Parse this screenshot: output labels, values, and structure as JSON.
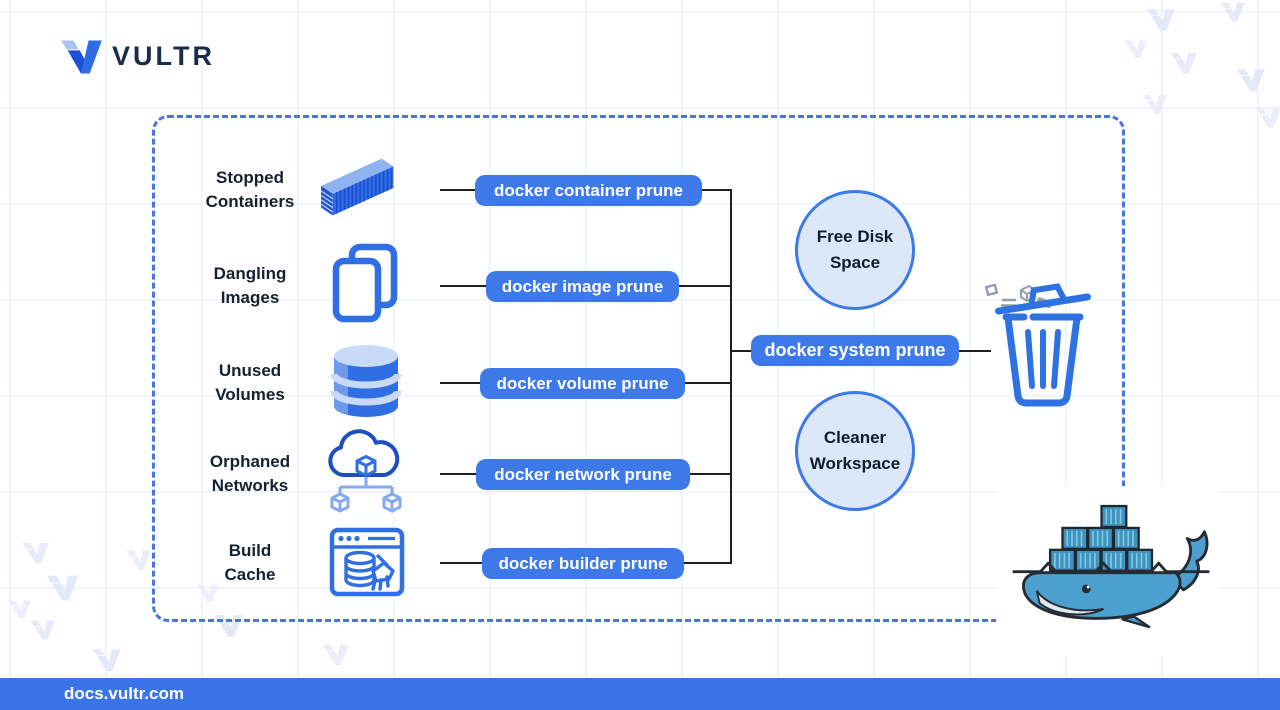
{
  "brand": {
    "name": "VULTR",
    "logo_icon": "vultr-logo-icon"
  },
  "diagram": {
    "rows": [
      {
        "label": "Stopped\nContainers",
        "icon": "shipping-container-icon",
        "command": "docker container prune"
      },
      {
        "label": "Dangling\nImages",
        "icon": "stacked-images-icon",
        "command": "docker image prune"
      },
      {
        "label": "Unused\nVolumes",
        "icon": "database-volumes-icon",
        "command": "docker volume prune"
      },
      {
        "label": "Orphaned\nNetworks",
        "icon": "cloud-network-icon",
        "command": "docker network prune"
      },
      {
        "label": "Build\nCache",
        "icon": "build-cache-icon",
        "command": "docker builder prune"
      }
    ],
    "aggregate_command": "docker system prune",
    "outcomes": [
      {
        "label": "Free Disk\nSpace"
      },
      {
        "label": "Cleaner\nWorkspace"
      }
    ],
    "trash_icon": "trash-can-icon",
    "docker_icon": "docker-whale-icon"
  },
  "footer": {
    "url": "docs.vultr.com"
  },
  "colors": {
    "accent_blue": "#3d79e8",
    "dashed_border": "#4a74dd",
    "circle_fill": "#dce7fa",
    "label_text": "#16202f",
    "pill_text": "#ffffff",
    "footer_bg": "#3a74e8",
    "connector": "#1f1f1f",
    "watermark": "#dfe4f6"
  }
}
